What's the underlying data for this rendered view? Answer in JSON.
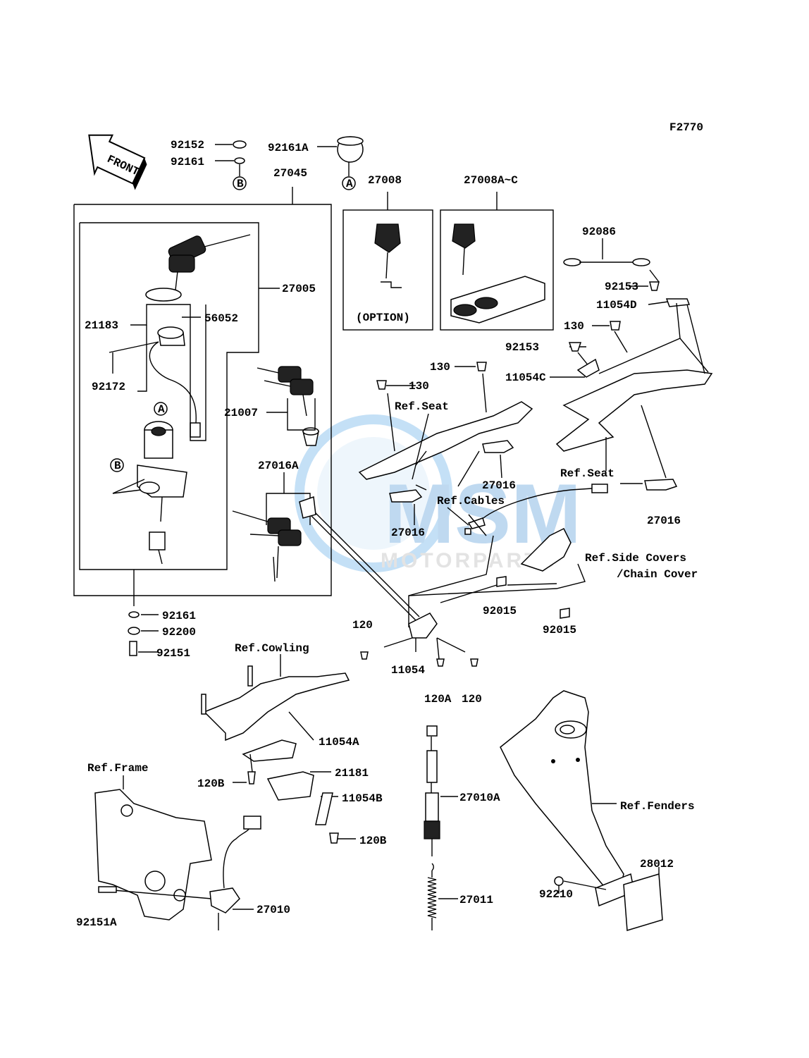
{
  "figure_code": "F2770",
  "front_label": "FRONT",
  "watermark": {
    "brand": "MSM",
    "sub": "MOTORPARTS"
  },
  "callouts": {
    "a": "A",
    "b": "B"
  },
  "labels": {
    "p92152": "92152",
    "p92161_top": "92161",
    "p92161A": "92161A",
    "p27045": "27045",
    "p27008": "27008",
    "p27008AC": "27008A~C",
    "p27005": "27005",
    "p56052": "56052",
    "p21183": "21183",
    "p92172": "92172",
    "p21007": "21007",
    "p27016A": "27016A",
    "option": "(OPTION)",
    "p92086": "92086",
    "p92153_a": "92153",
    "p11054D": "11054D",
    "p130_a": "130",
    "p92153_b": "92153",
    "p130_b": "130",
    "p11054C": "11054C",
    "p130_c": "130",
    "ref_seat_1": "Ref.Seat",
    "p27016_a": "27016",
    "ref_seat_2": "Ref.Seat",
    "ref_cables": "Ref.Cables",
    "p27016_b": "27016",
    "p27016_c": "27016",
    "ref_side_covers": "Ref.Side Covers",
    "chain_cover": "/Chain Cover",
    "p92161_bot": "92161",
    "p92200": "92200",
    "p92151": "92151",
    "p92015_a": "92015",
    "p92015_b": "92015",
    "p120_a": "120",
    "p11054": "11054",
    "p120A": "120A",
    "p120_b": "120",
    "ref_cowling": "Ref.Cowling",
    "p11054A": "11054A",
    "ref_frame": "Ref.Frame",
    "p21181": "21181",
    "p120B_a": "120B",
    "p11054B": "11054B",
    "p120B_b": "120B",
    "p27010A": "27010A",
    "ref_fenders": "Ref.Fenders",
    "p28012": "28012",
    "p92210": "92210",
    "p27011": "27011",
    "p27010": "27010",
    "p92151A": "92151A"
  }
}
